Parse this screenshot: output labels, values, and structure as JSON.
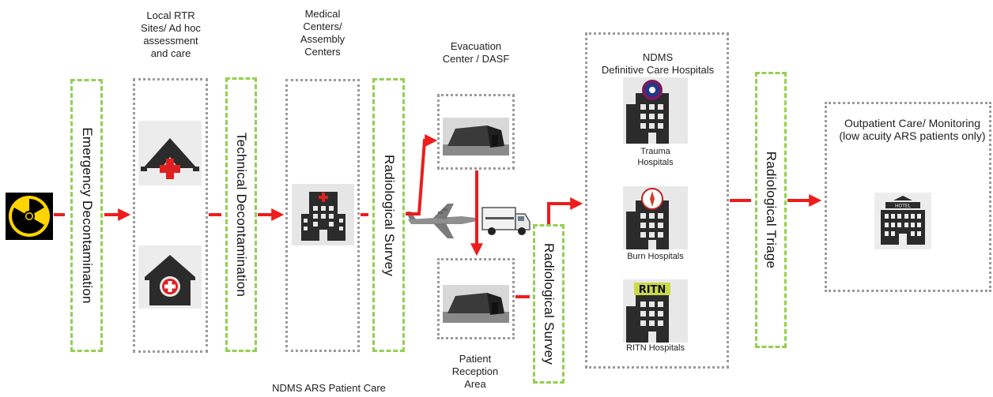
{
  "stages": {
    "local": "Local RTR\nSites/ Ad hoc\nassessment\nand care",
    "medical": "Medical\nCenters/\nAssembly\nCenters",
    "evacuation": "Evacuation\nCenter / DASF",
    "reception": "Patient\nReception\nArea",
    "ndms": "NDMS\nDefinitive  Care Hospitals",
    "outpatient": "Outpatient Care/ Monitoring\n(low acuity ARS patients only)"
  },
  "steps": {
    "emergency_decon": "Emergency Decontamination",
    "technical_decon": "Technical  Decontamination",
    "rad_survey_1": "Radiological Survey",
    "rad_survey_2": "Radiological Survey",
    "rad_triage": "Radiological Triage"
  },
  "hospitals": {
    "trauma": "Trauma\nHospitals",
    "burn": "Burn Hospitals",
    "ritn": "RITN Hospitals",
    "ritn_sign": "RITN",
    "hotel_sign": "HOTEL"
  },
  "caption": "NDMS ARS Patient Care",
  "icons": [
    "radiation-icon",
    "tent-icon",
    "clinic-house-icon",
    "hospital-icon",
    "military-tent-icon",
    "cargo-plane-icon",
    "ambulance-icon",
    "hotel-icon"
  ],
  "colors": {
    "arrow": "#ee1c1c",
    "dashed_green": "#92d050",
    "dotted_gray": "#9a9a9a",
    "icon_dark": "#2b2b2b",
    "radiation_yellow": "#ffd400"
  }
}
